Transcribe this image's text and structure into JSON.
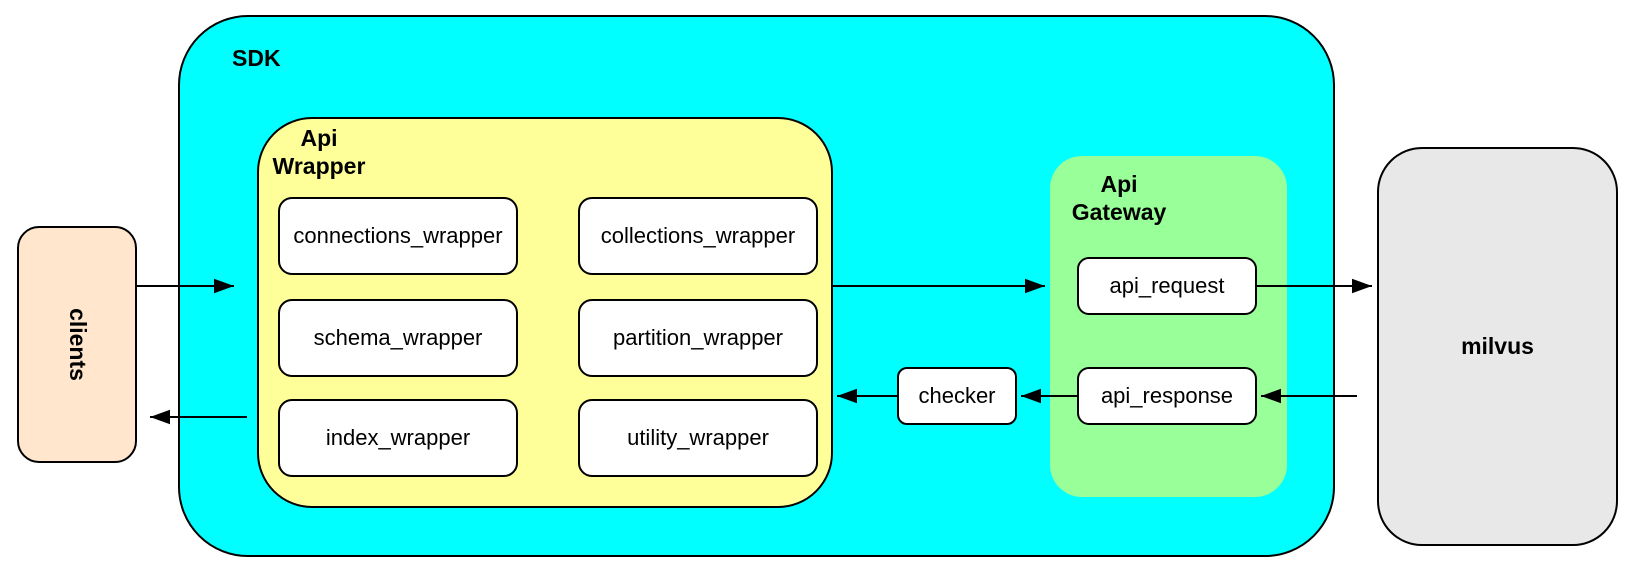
{
  "diagram": {
    "clients": {
      "label": "clients"
    },
    "sdk": {
      "label": "SDK"
    },
    "api_wrapper": {
      "label_line1": "Api",
      "label_line2": "Wrapper",
      "modules": [
        {
          "label": "connections_wrapper"
        },
        {
          "label": "collections_wrapper"
        },
        {
          "label": "schema_wrapper"
        },
        {
          "label": "partition_wrapper"
        },
        {
          "label": "index_wrapper"
        },
        {
          "label": "utility_wrapper"
        }
      ]
    },
    "checker": {
      "label": "checker"
    },
    "api_gateway": {
      "label_line1": "Api",
      "label_line2": "Gateway",
      "request": {
        "label": "api_request"
      },
      "response": {
        "label": "api_response"
      }
    },
    "milvus": {
      "label": "milvus"
    }
  },
  "colors": {
    "sdk_fill": "#00FFFF",
    "wrapper_fill": "#FFFF99",
    "gateway_fill": "#99FF99",
    "clients_fill": "#FFE6CC",
    "milvus_fill": "#E8E8E8",
    "node_fill": "#FFFFFF",
    "border": "#000000"
  }
}
